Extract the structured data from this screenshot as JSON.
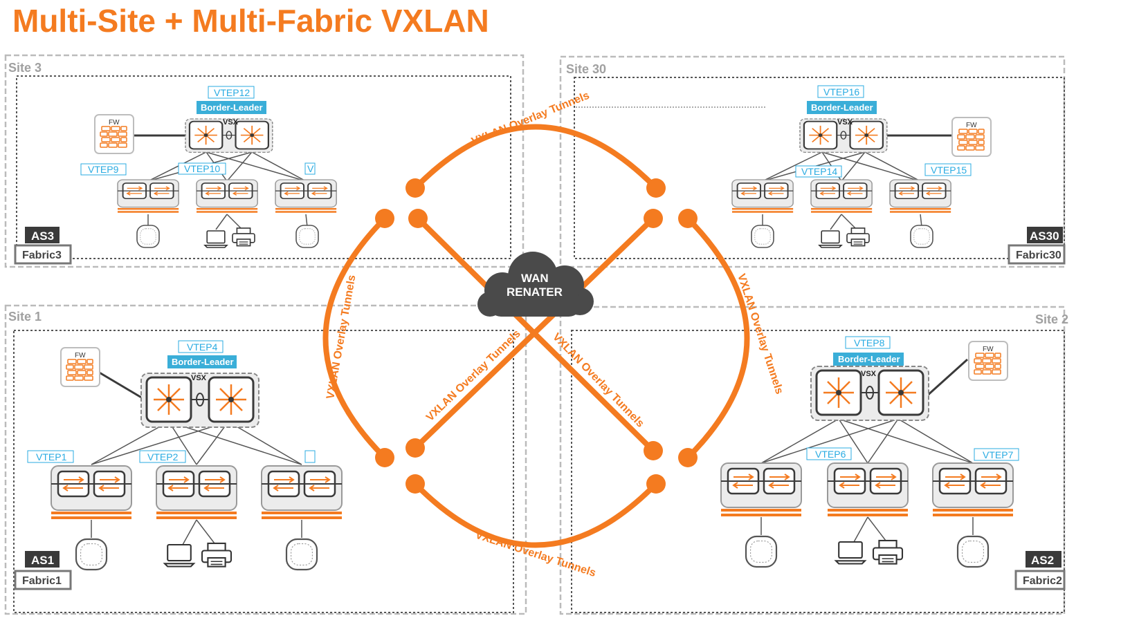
{
  "title": "Multi-Site + Multi-Fabric VXLAN",
  "colors": {
    "accent": "#F47B20",
    "vtep": "#29ABE2",
    "border_leader": "#3AAED8",
    "dark": "#3a3a3a",
    "cloud": "#4a4a4a"
  },
  "wan": {
    "line1": "WAN",
    "line2": "RENATER"
  },
  "tunnel_label": "VXLAN Overlay Tunnels",
  "sites": {
    "site3": {
      "label": "Site 3",
      "as": "AS3",
      "fabric": "Fabric3",
      "border_leader": "Border-Leader",
      "vsx": "VSX",
      "fw": "FW",
      "vteps": {
        "core": "VTEP12",
        "a": "VTEP9",
        "b": "VTEP10",
        "c": "V"
      }
    },
    "site30": {
      "label": "Site 30",
      "as": "AS30",
      "fabric": "Fabric30",
      "border_leader": "Border-Leader",
      "vsx": "VSX",
      "fw": "FW",
      "vteps": {
        "core": "VTEP16",
        "b": "VTEP14",
        "c": "VTEP15"
      }
    },
    "site1": {
      "label": "Site 1",
      "as": "AS1",
      "fabric": "Fabric1",
      "border_leader": "Border-Leader",
      "vsx": "VSX",
      "fw": "FW",
      "vteps": {
        "core": "VTEP4",
        "a": "VTEP1",
        "b": "VTEP2"
      }
    },
    "site2": {
      "label": "Site 2",
      "as": "AS2",
      "fabric": "Fabric2",
      "border_leader": "Border-Leader",
      "vsx": "VSX",
      "fw": "FW",
      "vteps": {
        "core": "VTEP8",
        "b": "VTEP6",
        "c": "VTEP7"
      }
    }
  },
  "icons": [
    "firewall-icon",
    "core-switch-icon",
    "access-switch-icon",
    "access-point-icon",
    "laptop-icon",
    "printer-icon",
    "cloud-icon"
  ]
}
